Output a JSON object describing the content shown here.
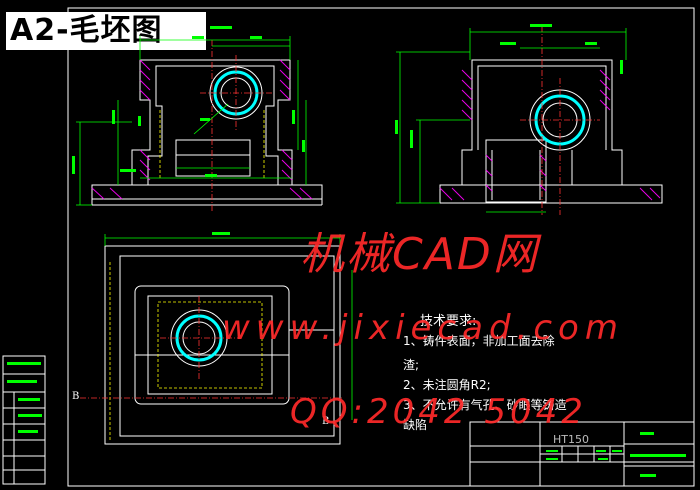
{
  "title": "A2-毛坯图",
  "watermark": {
    "brand": "机械CAD网",
    "url": "www.jixiecad.com",
    "qq": "QQ:2042 5042"
  },
  "requirements": {
    "title": "技术要求:",
    "item1": "1、铸件表面，非加工面去除",
    "item1_cont": "渣;",
    "item2": "2、未注圆角R2;",
    "item3": "3、不允许有气孔、砂眼等铸造",
    "item3_cont": "缺陷"
  },
  "title_block": {
    "material": "HT150"
  },
  "section_label": "B",
  "colors": {
    "background": "#000000",
    "outline": "#ffffff",
    "dimension": "#00ff00",
    "hatch": "#ff00ff",
    "centerline": "#ff3333",
    "hidden": "#ffff00",
    "bore": "#00ffff",
    "watermark": "#ff2a2a"
  }
}
